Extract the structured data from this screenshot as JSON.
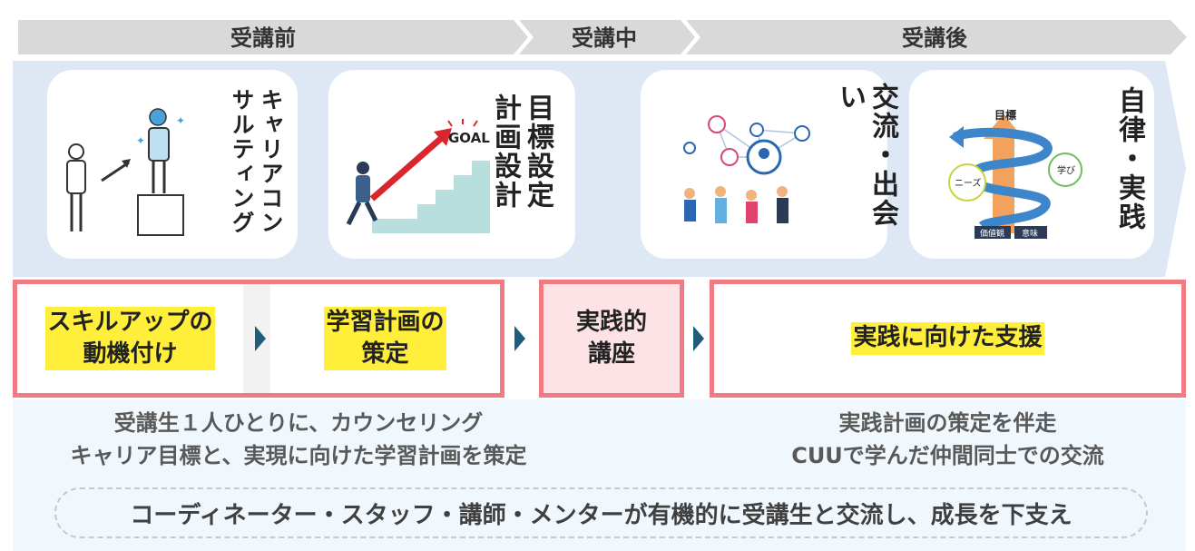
{
  "phases": {
    "before": "受講前",
    "during": "受講中",
    "after": "受講後"
  },
  "cards": {
    "career": "キャリアコンサルティング",
    "goal_line1": "目標設定",
    "goal_line2": "計画設計",
    "goal_sign": "GOAL",
    "exchange": "交流・出会い",
    "autonomy": "自律・実践",
    "diagram_goal": "目標",
    "diagram_needs": "ニーズ",
    "diagram_learn": "学び",
    "diagram_values": "価値観",
    "diagram_meaning": "意味"
  },
  "steps": {
    "motivation": "スキルアップの\n動機付け",
    "plan": "学習計画の\n策定",
    "course": "実践的\n講座",
    "support": "実践に向けた支援"
  },
  "descriptions": {
    "left_line1": "受講生１人ひとりに、カウンセリング",
    "left_line2": "キャリア目標と、実現に向けた学習計画を策定",
    "right_line1": "実践計画の策定を伴走",
    "right_line2": "CUUで学んだ仲間同士での交流"
  },
  "footer": "コーディネーター・スタッフ・講師・メンターが有機的に受講生と交流し、成長を下支え",
  "colors": {
    "phase_gray": "#d9d9d9",
    "band_blue": "#dde8f4",
    "box_border": "#f07b83",
    "highlight": "#ffef3a",
    "course_fill": "#fde3e5",
    "arrow_teal": "#1f5d7a"
  }
}
